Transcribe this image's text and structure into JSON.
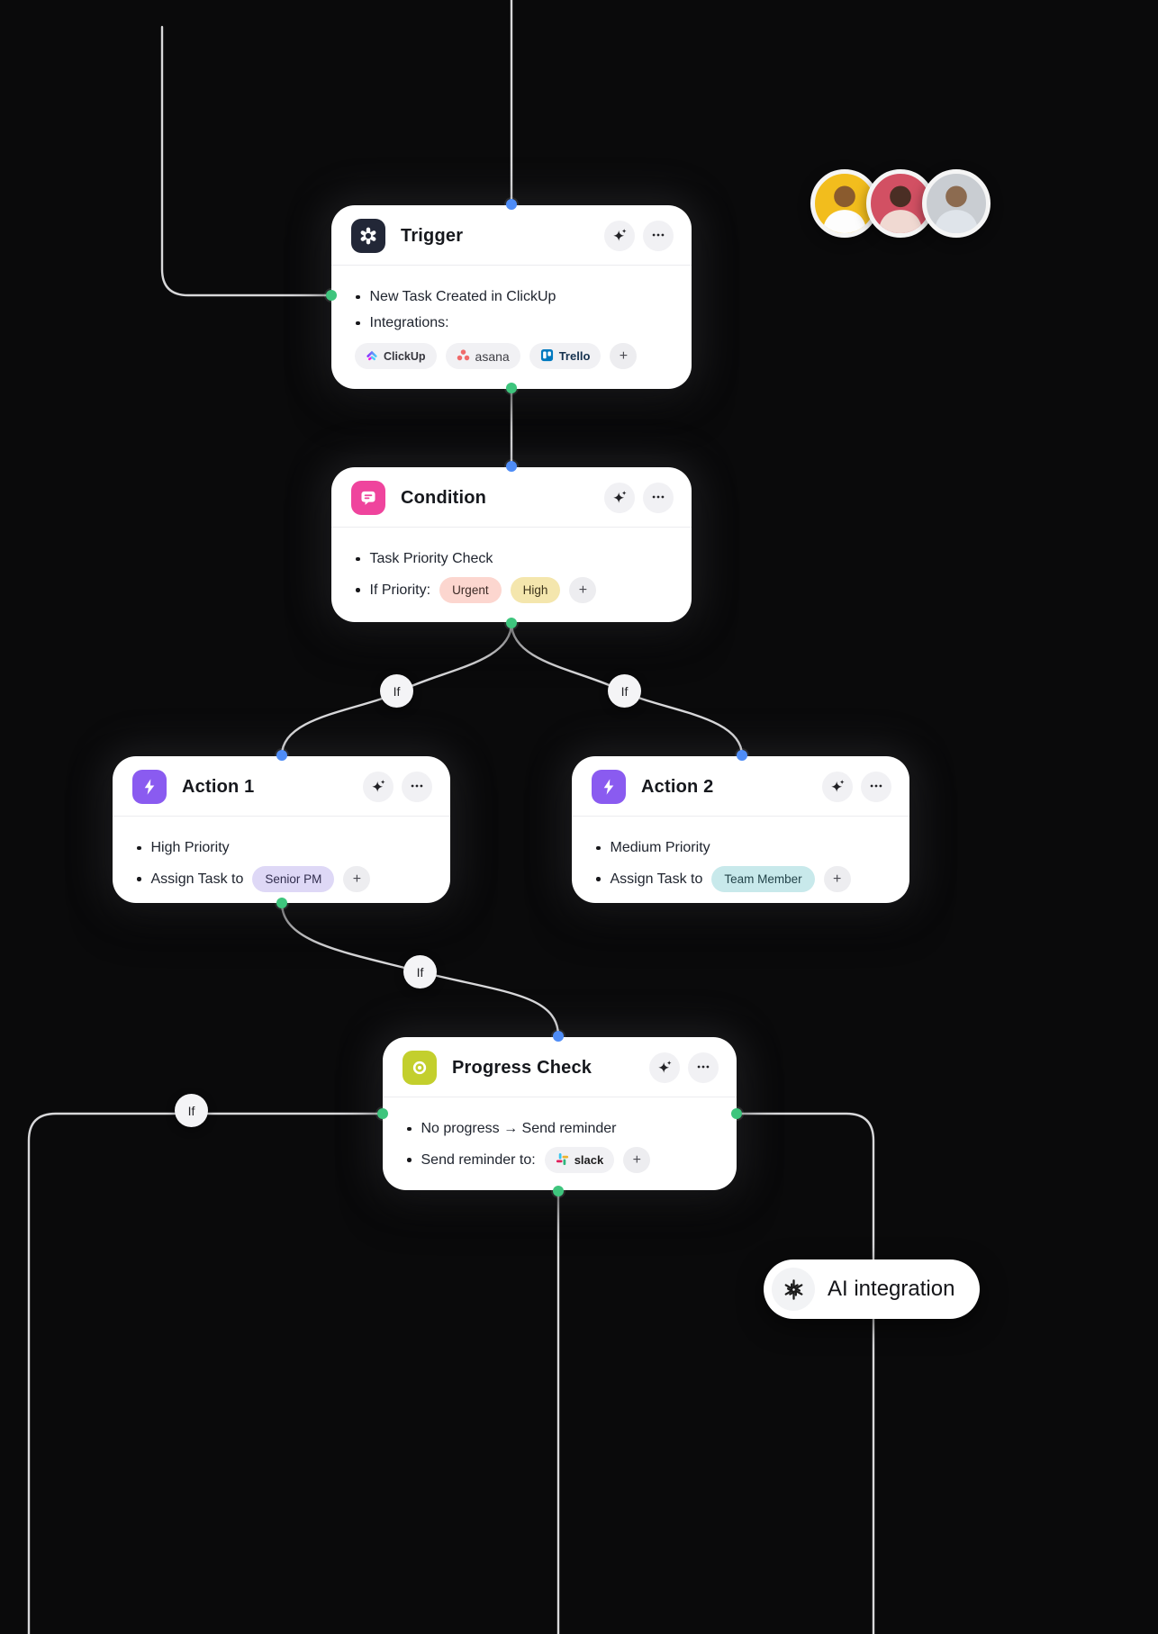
{
  "ui": {
    "if_label": "If",
    "plus": "+"
  },
  "colors": {
    "background": "#0a0a0b",
    "card": "#ffffff",
    "connector_line": "#d8d8da",
    "input_dot": "#4e8cf7",
    "output_dot": "#3ec57d",
    "trigger_icon_bg": "#222737",
    "condition_icon_bg": "#ef449d",
    "action_icon_bg": "#8a5bf0",
    "progress_icon_bg": "#c3cf2d",
    "urgent_chip": "#fcd6cf",
    "high_chip": "#f4e6ad",
    "senior_pm_chip": "#ded8f6",
    "team_member_chip": "#c8e9eb"
  },
  "nodes": {
    "trigger": {
      "title": "Trigger",
      "bullets": [
        "New Task Created in ClickUp",
        "Integrations:"
      ],
      "integrations": [
        "ClickUp",
        "asana",
        "Trello"
      ]
    },
    "condition": {
      "title": "Condition",
      "bullets": [
        "Task Priority Check",
        "If Priority:"
      ],
      "priorities": [
        "Urgent",
        "High"
      ]
    },
    "action1": {
      "title": "Action 1",
      "bullets": [
        "High Priority",
        "Assign Task to"
      ],
      "assignee": "Senior PM"
    },
    "action2": {
      "title": "Action 2",
      "bullets": [
        "Medium Priority",
        "Assign Task to"
      ],
      "assignee": "Team Member"
    },
    "progress": {
      "title": "Progress Check",
      "bullets": [
        "No progress → Send reminder",
        "Send reminder to:"
      ],
      "reminder_app": "slack"
    }
  },
  "ai_badge": {
    "label": "AI integration"
  }
}
